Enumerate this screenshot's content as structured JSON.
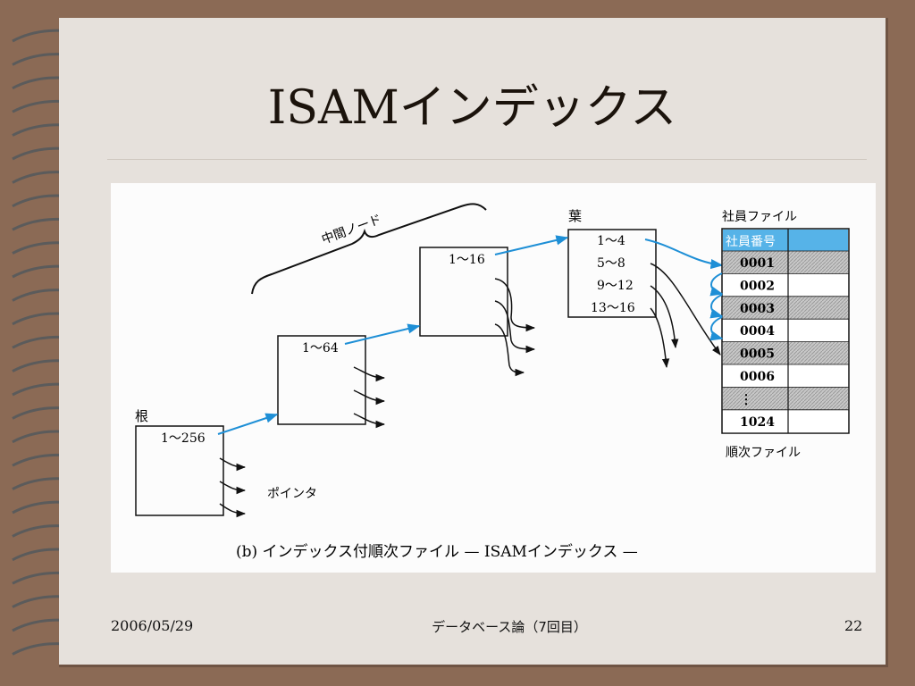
{
  "slide": {
    "title": "ISAMインデックス",
    "footer": {
      "date": "2006/05/29",
      "title": "データベース論（7回目）",
      "page": "22"
    }
  },
  "diagram": {
    "root_label": "根",
    "root_range": "1～256",
    "level2_range": "1～64",
    "level3_range": "1～16",
    "middle_nodes_label": "中間ノード",
    "leaf_label": "葉",
    "leaf_ranges": [
      "1～4",
      "5～8",
      "9～12",
      "13～16"
    ],
    "pointer_label": "ポインタ",
    "employee_file_label": "社員ファイル",
    "sequential_file_label": "順次ファイル",
    "table_header": "社員番号",
    "table_rows": [
      "0001",
      "0002",
      "0003",
      "0004",
      "0005",
      "0006",
      "⋮",
      "1024"
    ],
    "caption": "(b) インデックス付順次ファイル — ISAMインデックス —",
    "colors": {
      "arrow": "#1e8fd6",
      "header": "#56b3e8",
      "shaded": "#bdbdbd"
    }
  }
}
